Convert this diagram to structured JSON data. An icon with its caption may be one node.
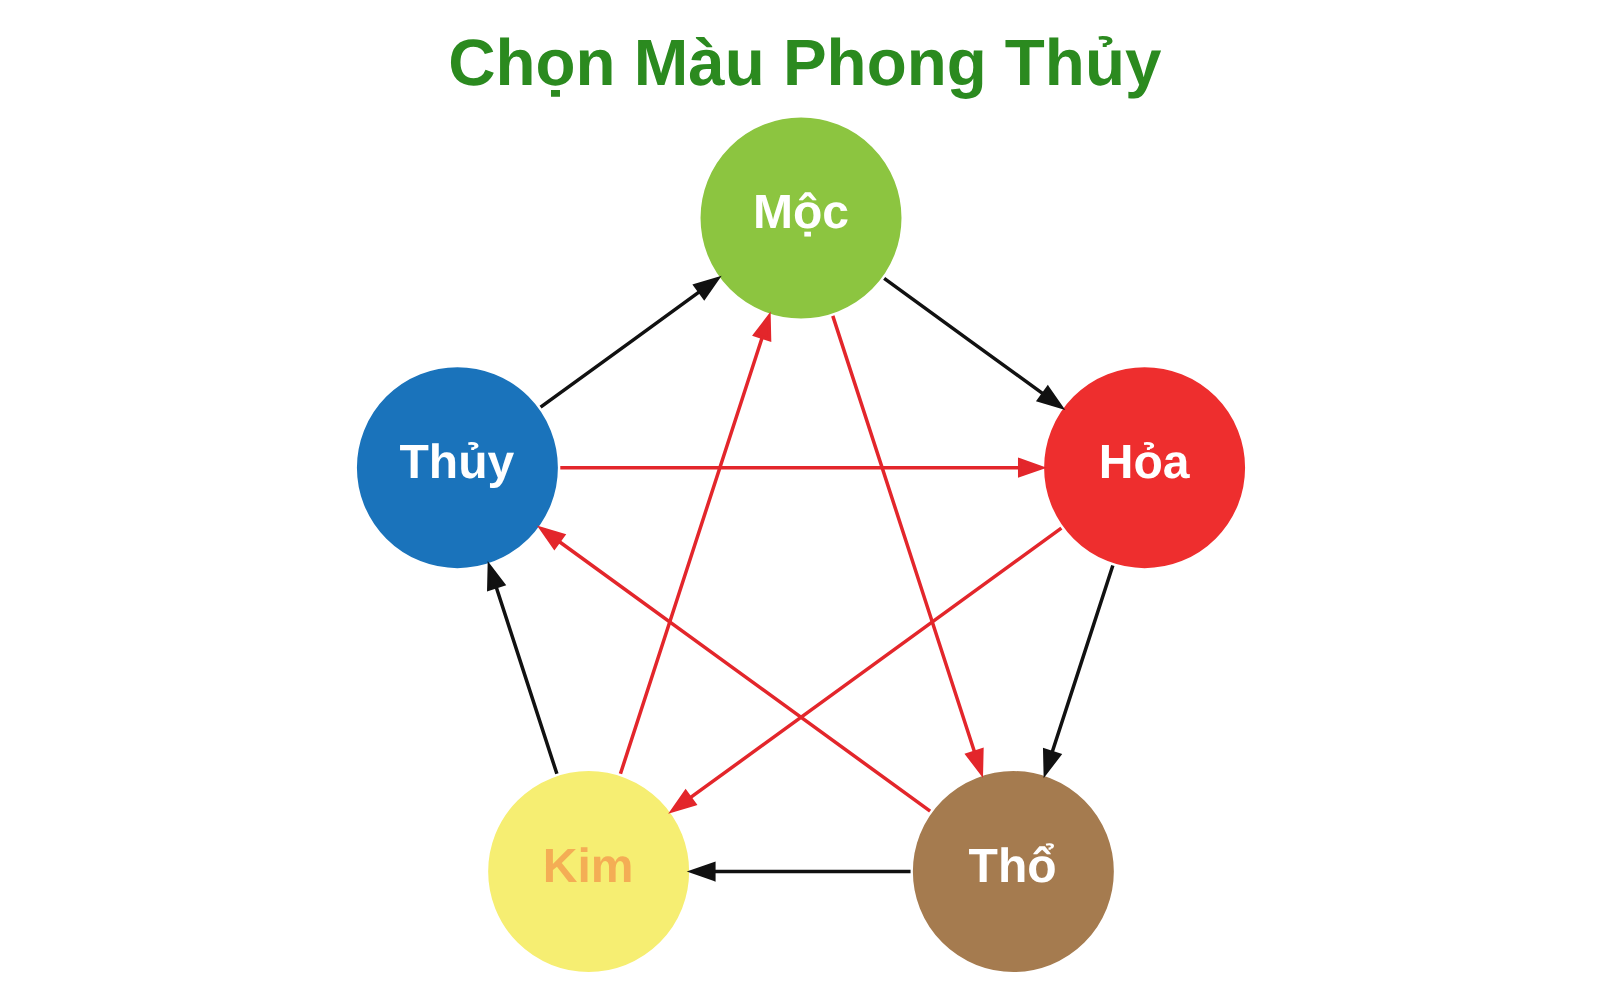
{
  "diagram": {
    "title": "Chọn Màu Phong Thủy",
    "nodes": [
      {
        "text": [
          "Mộc"
        ]
      },
      {
        "text": [
          "Thủy"
        ]
      },
      {
        "text": [
          "Hỏa"
        ]
      },
      {
        "text": [
          "Kim"
        ]
      },
      {
        "text": [
          "Thổ"
        ]
      }
    ],
    "edges": [
      {
        "from": 0,
        "to": 2,
        "arrow": "to",
        "color": "#111111"
      },
      {
        "from": 2,
        "to": 4,
        "arrow": "to",
        "color": "#111111"
      },
      {
        "from": 4,
        "to": 3,
        "arrow": "to",
        "color": "#111111"
      },
      {
        "from": 3,
        "to": 1,
        "arrow": "to",
        "color": "#111111"
      },
      {
        "from": 1,
        "to": 0,
        "arrow": "to",
        "color": "#111111"
      },
      {
        "from": 1,
        "to": 2,
        "arrow": "to",
        "color": "#e3262b"
      },
      {
        "from": 2,
        "to": 3,
        "arrow": "to",
        "color": "#e3262b"
      },
      {
        "from": 3,
        "to": 0,
        "arrow": "to",
        "color": "#e3262b"
      },
      {
        "from": 0,
        "to": 4,
        "arrow": "to",
        "color": "#e3262b"
      },
      {
        "from": 4,
        "to": 1,
        "arrow": "to",
        "color": "#e3262b"
      }
    ]
  }
}
